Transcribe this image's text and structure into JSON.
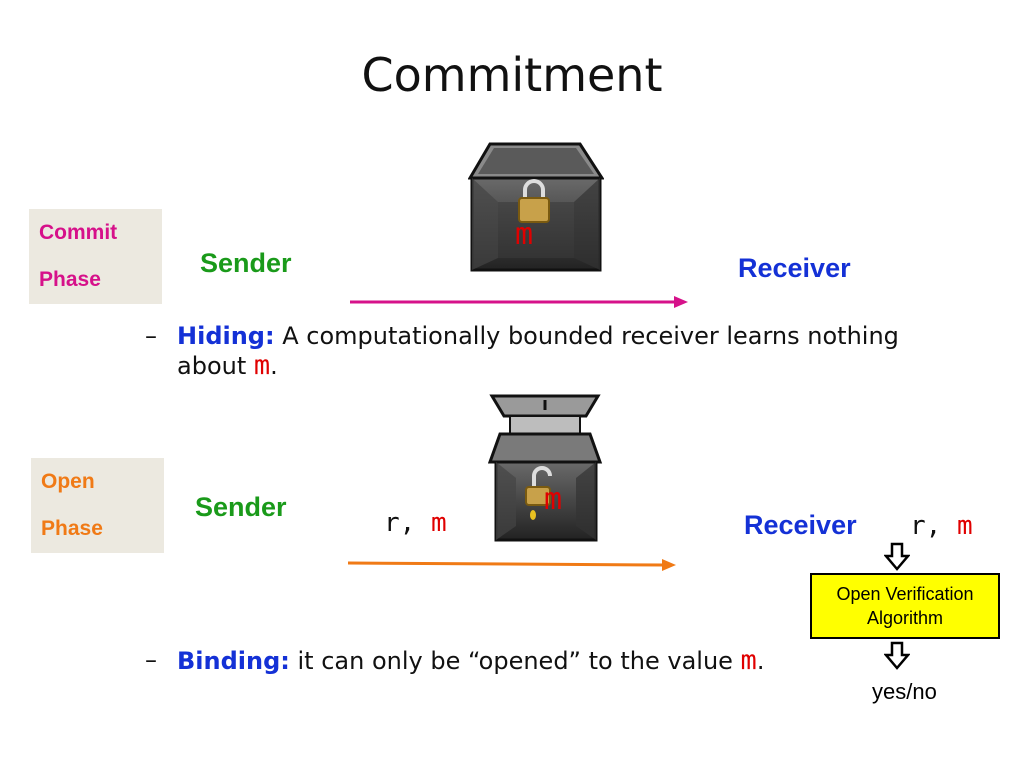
{
  "title": "Commitment",
  "commit_phase": {
    "label_line1": "Commit",
    "label_line2": "Phase",
    "label_color": "#d6118a",
    "sender": "Sender",
    "receiver": "Receiver",
    "box_content": "m",
    "arrow_color": "#d6118a"
  },
  "hiding": {
    "dash": "–",
    "keyword": "Hiding:",
    "text": " A computationally bounded receiver learns nothing about ",
    "var": "m",
    "end": "."
  },
  "open_phase": {
    "label_line1": "Open",
    "label_line2": "Phase",
    "label_color": "#f07a16",
    "sender": "Sender",
    "receiver": "Receiver",
    "sent_r": "r, ",
    "sent_m": "m",
    "received_r": "r, ",
    "received_m": "m",
    "box_content": "m",
    "arrow_color": "#f07a16",
    "verification_line1": "Open Verification",
    "verification_line2": "Algorithm",
    "result": "yes/no"
  },
  "binding": {
    "dash": "–",
    "keyword": "Binding:",
    "text": " it can only be “opened” to the value ",
    "var": "m",
    "end": "."
  }
}
